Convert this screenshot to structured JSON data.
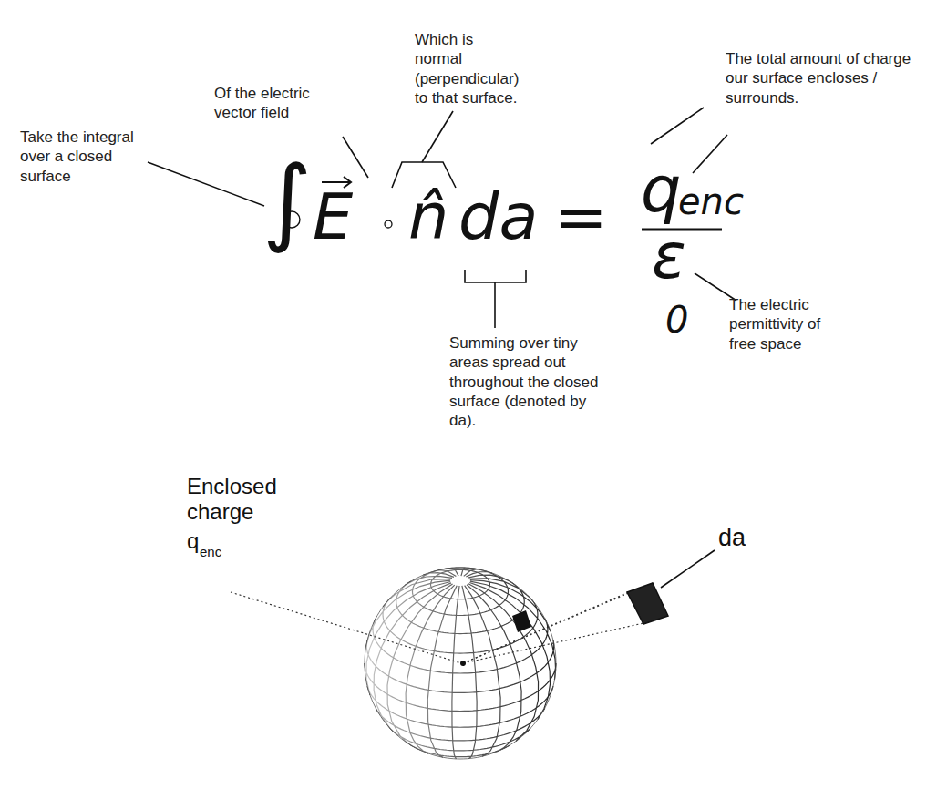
{
  "diagram": {
    "labels": [
      "Take the integral over a closed surface",
      "Of the electric vector field",
      "Which is normal (perpendicular) to that surface.",
      "The total amount of charge our surface encloses / surrounds.",
      "∫",
      "E",
      "n̂",
      "da",
      "=",
      "q",
      "enc",
      "ε",
      "0",
      "The electric permittivity of free space",
      "Summing over tiny areas spread out throughout the closed surface (denoted by da).",
      "Enclosed charge",
      "q",
      "enc",
      "da"
    ]
  }
}
